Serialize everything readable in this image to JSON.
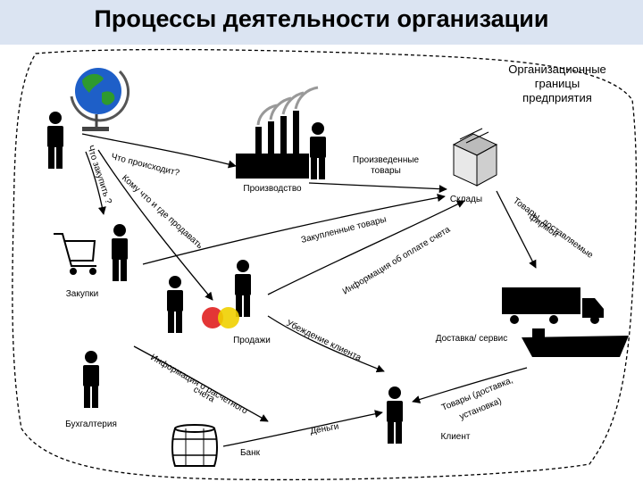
{
  "title": "Процессы деятельности организации",
  "boundary": {
    "line1": "Организационные",
    "line2": "границы",
    "line3": "предприятия"
  },
  "nodes": {
    "production": "Производство",
    "goods_made_1": "Произведенные",
    "goods_made_2": "товары",
    "warehouses": "Склады",
    "purchases": "Закупки",
    "sales": "Продажи",
    "delivery": "Доставка/ сервис",
    "accounting": "Бухгалтерия",
    "client": "Клиент",
    "bank": "Банк"
  },
  "arrows": {
    "what_happens": "Что происходит?",
    "what_buy": "Что закупить ?",
    "whom_sell": "Кому что и где продавать",
    "bought_goods": "Закупленные товары",
    "payment_info": "Информация об оплате счета",
    "persuade_client": "Убеждение клиента",
    "account_info_1": "Информация о расчетного",
    "account_info_2": "счета",
    "money": "Деньги",
    "goods_delivered_1": "Товары (доставка,",
    "goods_delivered_2": "установка)",
    "goods_by_firm_1": "Товары, доставляемые",
    "goods_by_firm_2": "фирмой"
  },
  "colors": {
    "title_bar": "#dbe4f2",
    "globe_ocean": "#1e5fc8",
    "globe_land": "#2e9a2e",
    "venn_red": "#e02020",
    "venn_yellow": "#f0d000"
  }
}
